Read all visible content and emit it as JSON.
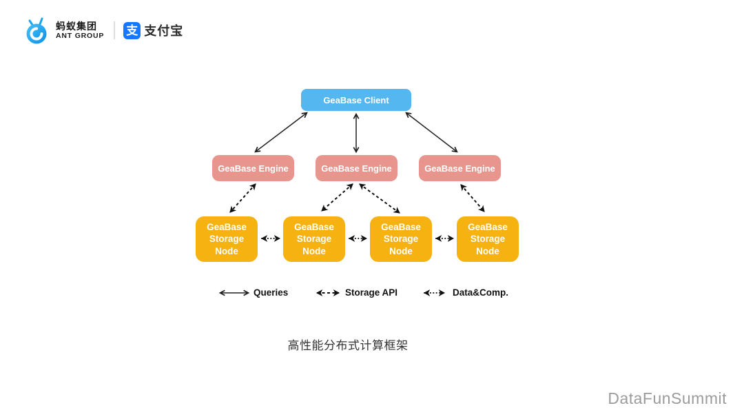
{
  "header": {
    "ant_group": {
      "name_cn": "蚂蚁集团",
      "name_en": "ANT GROUP"
    },
    "alipay": {
      "icon_char": "支",
      "name": "支付宝"
    }
  },
  "colors": {
    "client_box": "#55B7F0",
    "engine_box": "#E8968D",
    "storage_box": "#F5B211",
    "alipay_blue": "#1677FF",
    "arrow": "#111111"
  },
  "diagram": {
    "type": "architecture-diagram",
    "client": {
      "label": "GeaBase Client"
    },
    "engines": [
      {
        "label": "GeaBase Engine"
      },
      {
        "label": "GeaBase Engine"
      },
      {
        "label": "GeaBase Engine"
      }
    ],
    "storage_nodes": [
      {
        "label": "GeaBase\nStorage\nNode"
      },
      {
        "label": "GeaBase\nStorage\nNode"
      },
      {
        "label": "GeaBase\nStorage\nNode"
      },
      {
        "label": "GeaBase\nStorage\nNode"
      }
    ],
    "connections": [
      {
        "from": "client",
        "to": "engine-1",
        "style": "solid",
        "bidirectional": true
      },
      {
        "from": "client",
        "to": "engine-2",
        "style": "solid",
        "bidirectional": true
      },
      {
        "from": "client",
        "to": "engine-3",
        "style": "solid",
        "bidirectional": true
      },
      {
        "from": "engine-1",
        "to": "storage-1",
        "style": "dashed",
        "bidirectional": true
      },
      {
        "from": "engine-2",
        "to": "storage-2",
        "style": "dashed",
        "bidirectional": true
      },
      {
        "from": "engine-2",
        "to": "storage-3",
        "style": "dashed",
        "bidirectional": true
      },
      {
        "from": "engine-3",
        "to": "storage-4",
        "style": "dashed",
        "bidirectional": true
      },
      {
        "from": "storage-1",
        "to": "storage-2",
        "style": "dotted",
        "bidirectional": true
      },
      {
        "from": "storage-2",
        "to": "storage-3",
        "style": "dotted",
        "bidirectional": true
      },
      {
        "from": "storage-3",
        "to": "storage-4",
        "style": "dotted",
        "bidirectional": true
      }
    ],
    "legend": [
      {
        "style": "solid",
        "label": "Queries"
      },
      {
        "style": "dashed",
        "label": "Storage API"
      },
      {
        "style": "dotted",
        "label": "Data&Comp."
      }
    ]
  },
  "caption": "高性能分布式计算框架",
  "watermark": "DataFunSummit"
}
